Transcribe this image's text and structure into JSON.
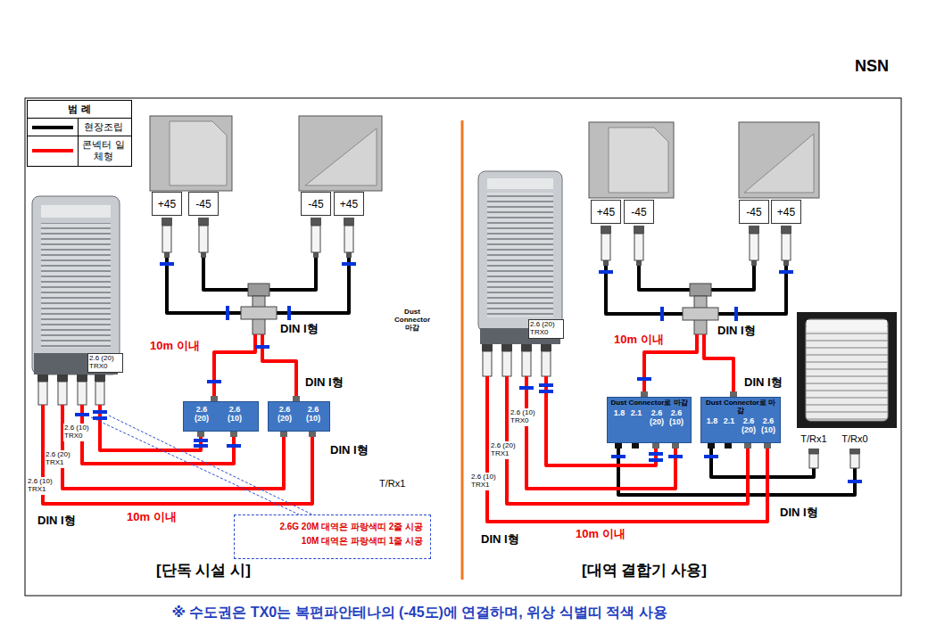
{
  "diagram": {
    "caption": "※ 수도권은 TX0는 복편파안테나의 (-45도)에 연결하며, 위상 식별띠 적색 사용",
    "nodes": [
      {
        "text": [
          "+45"
        ]
      },
      {
        "text": [
          "-45"
        ]
      },
      {
        "text": [
          "-45"
        ]
      },
      {
        "text": [
          "+45"
        ]
      },
      {
        "text": [
          "2.6 (20)",
          "2.6 (10)"
        ]
      },
      {
        "text": [
          "2.6 (20)",
          "2.6 (10)"
        ]
      },
      {
        "text": [
          "2.6G 20M 대역은 파랑색띠 2줄 시공",
          "10M 대역은 파랑색띠 1줄 시공"
        ]
      },
      {
        "text": [
          "+45"
        ]
      },
      {
        "text": [
          "-45"
        ]
      },
      {
        "text": [
          "-45"
        ]
      },
      {
        "text": [
          "+45"
        ]
      },
      {
        "text": [
          "Dust Connector로 마감",
          "1.8",
          "2.1",
          "2.6 (20)",
          "2.6 (10)"
        ]
      },
      {
        "text": [
          "Dust Connector로 마감",
          "1.8",
          "2.1",
          "2.6 (20)",
          "2.6 (10)"
        ]
      }
    ],
    "labels": [
      "NSN",
      "범 례",
      "DIN I형",
      "Dust Connector 마감",
      "10m 이내",
      "DIN I형",
      "DIN I형",
      "T/Rx1",
      "2.6 (20) TRX0",
      "2.6 (10) TRX0",
      "2.6 (20) TRX1",
      "2.6 (10) TRX1",
      "DIN I형",
      "10m 이내",
      "[단독 시설 시]",
      "10m 이내",
      "DIN I형",
      "DIN I형",
      "2.6 (20) TRX0",
      "2.6 (10) TRX0",
      "2.6 (20) TRX1",
      "2.6 (10) TRX1",
      "T/Rx1",
      "T/Rx0",
      "DIN I형",
      "DIN I형",
      "10m 이내",
      "[대역 결합기 사용]"
    ],
    "legend": [
      {
        "text": "현장조립"
      },
      {
        "text": "콘넥터 일체형"
      }
    ]
  }
}
